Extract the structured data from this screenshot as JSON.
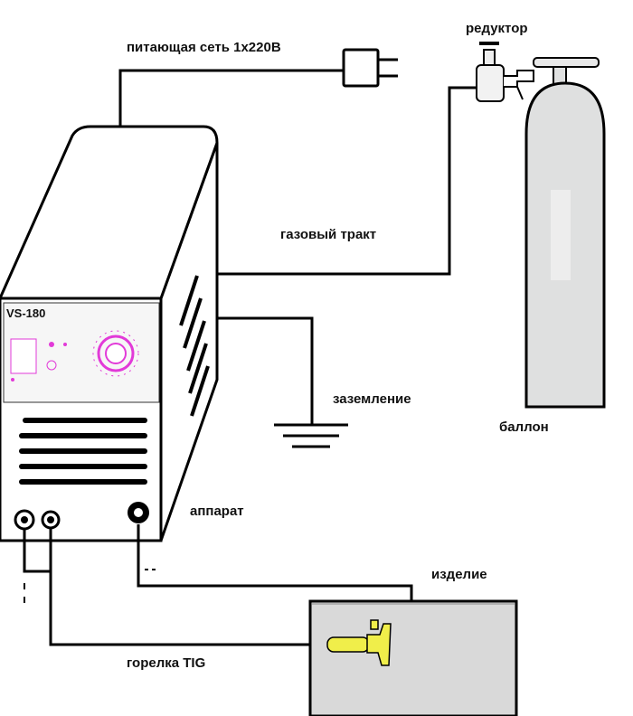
{
  "labels": {
    "mains": "питающая сеть 1х220В",
    "reducer": "редуктор",
    "gas_path": "газовый тракт",
    "grounding": "заземление",
    "cylinder": "баллон",
    "apparatus": "аппарат",
    "workpiece": "изделие",
    "torch": "горелка TIG"
  },
  "panel": {
    "model": "VS-180"
  },
  "colors": {
    "panel_accent": "#e23ad8",
    "cylinder_fill": "#dfe0e0",
    "workpiece_fill": "#d9d9d9",
    "torch": "#f0ee4a"
  }
}
